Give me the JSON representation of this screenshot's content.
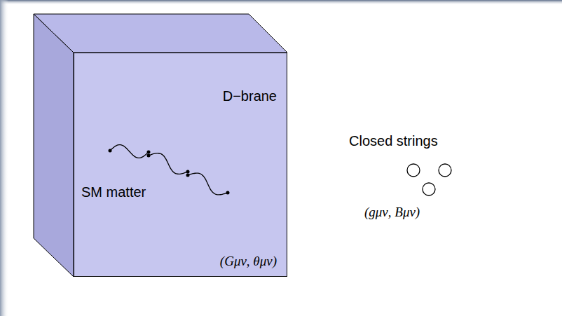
{
  "diagram": {
    "nodes": [
      {
        "text": [
          "D−brane",
          "SM matter",
          "(Gμν, θμν)"
        ]
      }
    ],
    "labels": [
      "Closed strings",
      "(gμν, Bμν)"
    ]
  }
}
